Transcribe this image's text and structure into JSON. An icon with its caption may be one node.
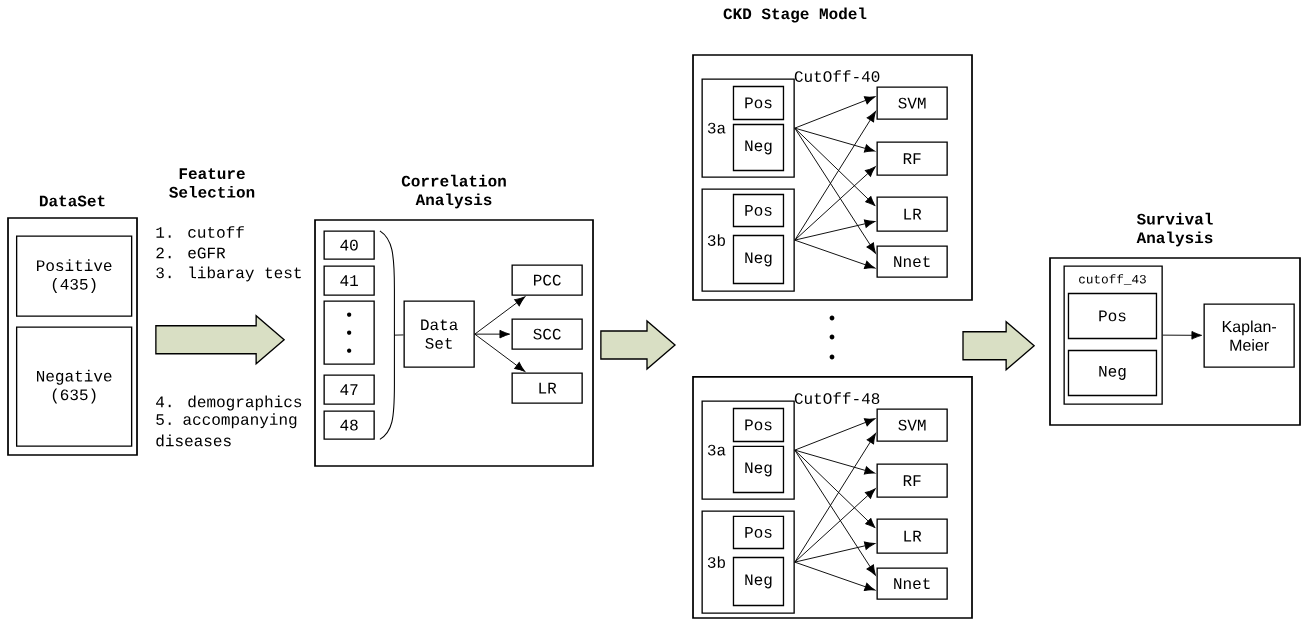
{
  "diagram": {
    "nodes": [
      {
        "text": [
          "DataSet"
        ]
      },
      {
        "text": [
          "Positive (435)"
        ],
        "in": 0
      },
      {
        "text": [
          "Negative (635)"
        ],
        "in": 0
      },
      {
        "text": [
          "Correlation Analysis"
        ]
      },
      {
        "text": [
          "40"
        ],
        "in": 3
      },
      {
        "text": [
          "41"
        ],
        "in": 3
      },
      {
        "text": [],
        "shape": "box",
        "in": 3
      },
      {
        "text": [
          "47"
        ],
        "in": 3
      },
      {
        "text": [
          "48"
        ],
        "in": 3
      },
      {
        "text": [
          "Data Set"
        ],
        "in": 3
      },
      {
        "text": [
          "PCC"
        ],
        "in": 3
      },
      {
        "text": [
          "SCC"
        ],
        "in": 3
      },
      {
        "text": [
          "LR"
        ],
        "in": 3
      },
      {
        "text": [
          "CutOff-40"
        ]
      },
      {
        "text": [
          "3a"
        ],
        "in": 13
      },
      {
        "text": [
          "Pos"
        ],
        "in": 14
      },
      {
        "text": [
          "Neg"
        ],
        "in": 14
      },
      {
        "text": [
          "3b"
        ],
        "in": 13
      },
      {
        "text": [
          "Pos"
        ],
        "in": 17
      },
      {
        "text": [
          "Neg"
        ],
        "in": 17
      },
      {
        "text": [
          "SVM"
        ],
        "in": 13
      },
      {
        "text": [
          "RF"
        ],
        "in": 13
      },
      {
        "text": [
          "LR"
        ],
        "in": 13
      },
      {
        "text": [
          "Nnet"
        ],
        "in": 13
      },
      {
        "text": [
          "CutOff-48"
        ]
      },
      {
        "text": [
          "3a"
        ],
        "in": 24
      },
      {
        "text": [
          "Pos"
        ],
        "in": 25
      },
      {
        "text": [
          "Neg"
        ],
        "in": 25
      },
      {
        "text": [
          "3b"
        ],
        "in": 24
      },
      {
        "text": [
          "Pos"
        ],
        "in": 28
      },
      {
        "text": [
          "Neg"
        ],
        "in": 28
      },
      {
        "text": [
          "SVM"
        ],
        "in": 24
      },
      {
        "text": [
          "RF"
        ],
        "in": 24
      },
      {
        "text": [
          "LR"
        ],
        "in": 24
      },
      {
        "text": [
          "Nnet"
        ],
        "in": 24
      },
      {
        "text": [
          "Survival Analysis"
        ]
      },
      {
        "text": [
          "cutoff_43"
        ],
        "in": 35
      },
      {
        "text": [
          "Pos"
        ],
        "in": 36
      },
      {
        "text": [
          "Neg"
        ],
        "in": 36
      },
      {
        "text": [
          "Kaplan-Meier"
        ],
        "in": 35
      },
      {
        "text": [],
        "shape": "brace",
        "in": 3
      }
    ],
    "edges": [
      {
        "from": 0,
        "to": 3,
        "arrow": "to",
        "style": "thick",
        "color": "#d9dfc4"
      },
      {
        "from": 3,
        "to": null,
        "arrow": "to",
        "style": "thick",
        "color": "#d9dfc4"
      },
      {
        "from": null,
        "to": 35,
        "arrow": "to",
        "style": "thick",
        "color": "#d9dfc4"
      },
      {
        "from": 40,
        "to": 9,
        "arrow": "none"
      },
      {
        "from": 9,
        "to": 10,
        "arrow": "to"
      },
      {
        "from": 9,
        "to": 11,
        "arrow": "to"
      },
      {
        "from": 9,
        "to": 12,
        "arrow": "to"
      },
      {
        "from": 14,
        "to": 20,
        "arrow": "to"
      },
      {
        "from": 14,
        "to": 21,
        "arrow": "to"
      },
      {
        "from": 14,
        "to": 22,
        "arrow": "to"
      },
      {
        "from": 14,
        "to": 23,
        "arrow": "to"
      },
      {
        "from": 17,
        "to": 20,
        "arrow": "to"
      },
      {
        "from": 17,
        "to": 21,
        "arrow": "to"
      },
      {
        "from": 17,
        "to": 22,
        "arrow": "to"
      },
      {
        "from": 17,
        "to": 23,
        "arrow": "to"
      },
      {
        "from": 25,
        "to": 31,
        "arrow": "to"
      },
      {
        "from": 25,
        "to": 32,
        "arrow": "to"
      },
      {
        "from": 25,
        "to": 33,
        "arrow": "to"
      },
      {
        "from": 25,
        "to": 34,
        "arrow": "to"
      },
      {
        "from": 28,
        "to": 31,
        "arrow": "to"
      },
      {
        "from": 28,
        "to": 32,
        "arrow": "to"
      },
      {
        "from": 28,
        "to": 33,
        "arrow": "to"
      },
      {
        "from": 28,
        "to": 34,
        "arrow": "to"
      },
      {
        "from": 36,
        "to": 39,
        "arrow": "to"
      }
    ],
    "labels": [
      "CKD Stage Model",
      "Feature Selection",
      "1. cutoff",
      "2. eGFR",
      "3. libaray test",
      "4. demographics",
      "5. accompanying diseases"
    ]
  }
}
